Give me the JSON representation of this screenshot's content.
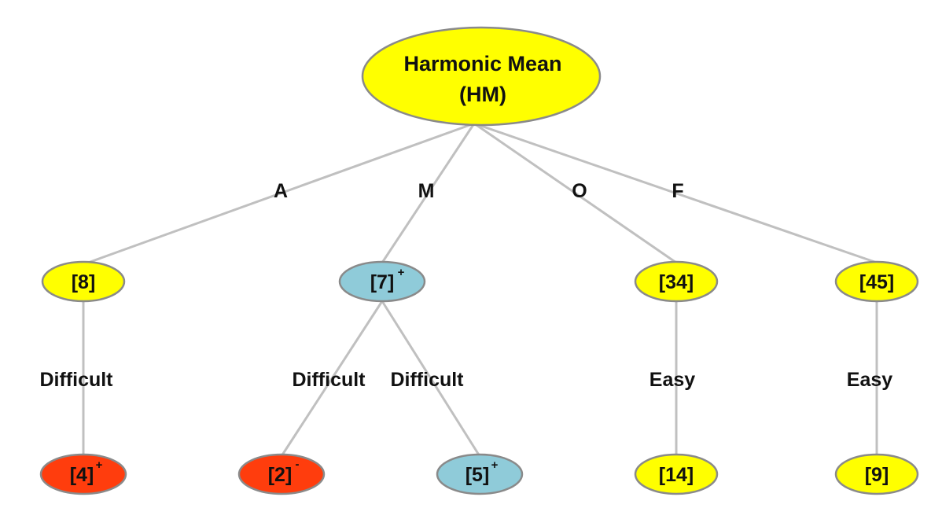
{
  "colors": {
    "yellow": "#ffff00",
    "blue": "#8fcbd9",
    "red": "#ff3d0d",
    "edge": "#c0c0c0",
    "outline": "#8a8a8a"
  },
  "root": {
    "line1": "Harmonic Mean",
    "line2": "(HM)",
    "color": "yellow"
  },
  "branch_labels": {
    "a": "A",
    "m": "M",
    "o": "O",
    "f": "F"
  },
  "level1": [
    {
      "label": "[8]",
      "sup": "",
      "color": "yellow"
    },
    {
      "label": "[7]",
      "sup": "+",
      "color": "blue"
    },
    {
      "label": "[34]",
      "sup": "",
      "color": "yellow"
    },
    {
      "label": "[45]",
      "sup": "",
      "color": "yellow"
    }
  ],
  "edge_labels": [
    "Difficult",
    "Difficult",
    "Difficult",
    "Easy",
    "Easy"
  ],
  "level2": [
    {
      "label": "[4]",
      "sup": "+",
      "color": "red"
    },
    {
      "label": "[2]",
      "sup": "-",
      "color": "red"
    },
    {
      "label": "[5]",
      "sup": "+",
      "color": "blue"
    },
    {
      "label": "[14]",
      "sup": "",
      "color": "yellow"
    },
    {
      "label": "[9]",
      "sup": "",
      "color": "yellow"
    }
  ]
}
